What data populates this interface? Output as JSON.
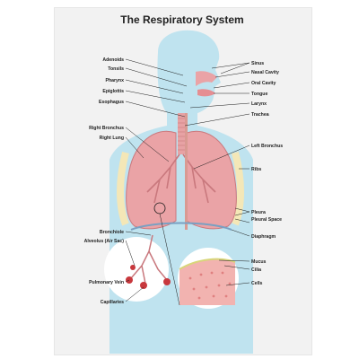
{
  "title": "The Respiratory System",
  "labels": {
    "left": {
      "adenoids": "Adenoids",
      "tonsils": "Tonsils",
      "pharynx": "Pharynx",
      "epiglottis": "Epiglottis",
      "esophagus": "Esophagus",
      "right_bronchus": "Right Bronchus",
      "right_lung": "Right Lung",
      "bronchiole": "Bronchiole",
      "alveolus": "Alveolus (Air Sac)",
      "pulmonary_vein": "Pulmonary Vein",
      "capillaries": "Capillaries"
    },
    "right": {
      "sinus": "Sinus",
      "nasal_cavity": "Nasal Cavity",
      "oral_cavity": "Oral Cavity",
      "tongue": "Tongue",
      "larynx": "Larynx",
      "trachea": "Trachea",
      "left_bronchus": "Left Bronchus",
      "ribs": "Ribs",
      "pleura": "Pleura",
      "pleural_space": "Pleural Space",
      "diaphragm": "Diaphragm",
      "mucus": "Mucus",
      "cilia": "Cilia",
      "cells": "Cells"
    }
  },
  "colors": {
    "body": "#bfe3ef",
    "lung": "#eaa3a6",
    "lung_edge": "#c9787d",
    "trachea": "#e7a2a4",
    "ribs": "#f4e7b7",
    "alveoli": "#c8383d",
    "inset_bg": "#ffffff",
    "cilia": "#d8d67a",
    "cells": "#f2b3b0"
  }
}
